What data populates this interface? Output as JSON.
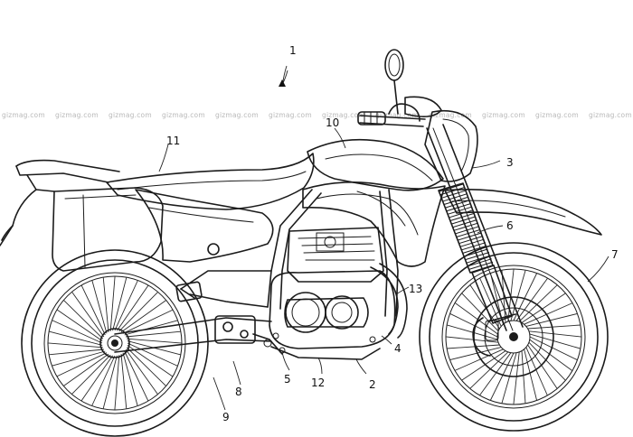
{
  "watermark": "gizmag.com",
  "reference_numerals": [
    "1",
    "2",
    "3",
    "4",
    "5",
    "6",
    "7",
    "8",
    "9",
    "10",
    "11",
    "12",
    "13"
  ],
  "icons": {
    "main_arrow": "arrow-down-left-icon"
  }
}
